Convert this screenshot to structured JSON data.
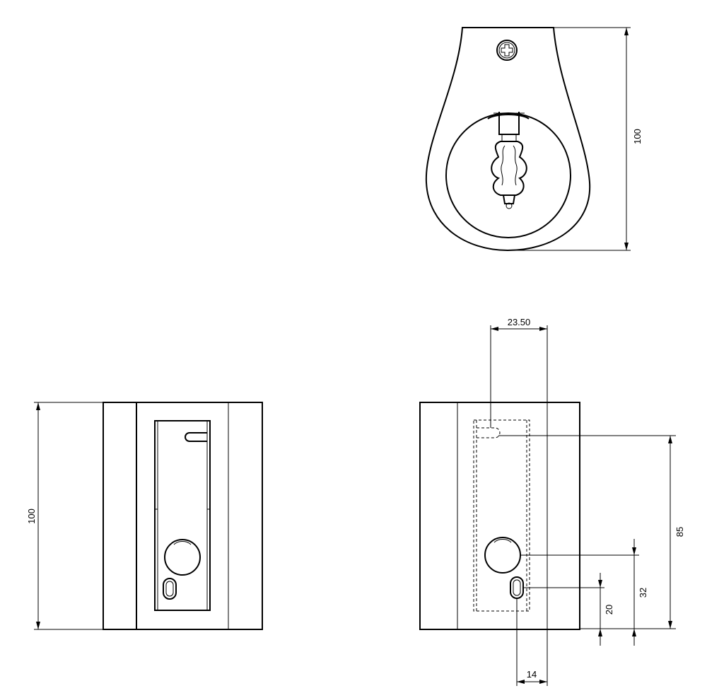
{
  "dimensions": {
    "top_view_height": "100",
    "front_view_height": "100",
    "right_view_width": "23.50",
    "right_view_height_85": "85",
    "right_view_32": "32",
    "right_view_20": "20",
    "right_view_14": "14"
  }
}
